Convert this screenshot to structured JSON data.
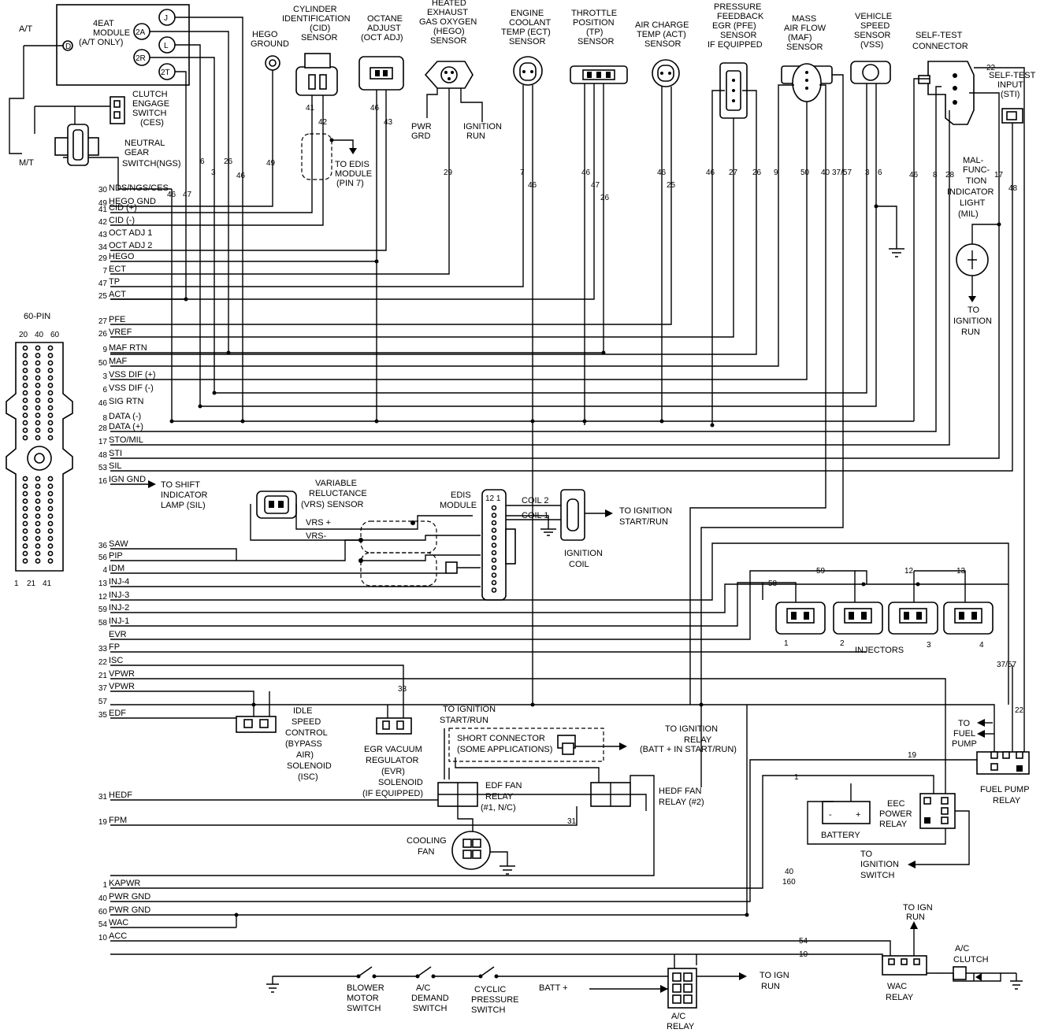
{
  "pcm_pins": [
    {
      "num": "30",
      "label": "NDS/NGS/CES"
    },
    {
      "num": "49",
      "label": "HEGO GND"
    },
    {
      "num": "41",
      "label": "CID (+)"
    },
    {
      "num": "42",
      "label": "CID (-)"
    },
    {
      "num": "43",
      "label": "OCT ADJ 1"
    },
    {
      "num": "34",
      "label": "OCT ADJ 2"
    },
    {
      "num": "29",
      "label": "HEGO"
    },
    {
      "num": "7",
      "label": "ECT"
    },
    {
      "num": "47",
      "label": "TP"
    },
    {
      "num": "25",
      "label": "ACT"
    },
    {
      "num": "27",
      "label": "PFE"
    },
    {
      "num": "26",
      "label": "VREF"
    },
    {
      "num": "9",
      "label": "MAF RTN"
    },
    {
      "num": "50",
      "label": "MAF"
    },
    {
      "num": "3",
      "label": "VSS DIF (+)"
    },
    {
      "num": "6",
      "label": "VSS DIF (-)"
    },
    {
      "num": "46",
      "label": "SIG RTN"
    },
    {
      "num": "8",
      "label": "DATA (-)"
    },
    {
      "num": "28",
      "label": "DATA (+)"
    },
    {
      "num": "17",
      "label": "STO/MIL"
    },
    {
      "num": "48",
      "label": "STI"
    },
    {
      "num": "53",
      "label": "SIL"
    },
    {
      "num": "16",
      "label": "IGN GND"
    },
    {
      "num": "36",
      "label": "SAW"
    },
    {
      "num": "56",
      "label": "PIP"
    },
    {
      "num": "4",
      "label": "IDM"
    },
    {
      "num": "13",
      "label": "INJ-4"
    },
    {
      "num": "12",
      "label": "INJ-3"
    },
    {
      "num": "59",
      "label": "INJ-2"
    },
    {
      "num": "58",
      "label": "INJ-1"
    },
    {
      "num": "",
      "label": "EVR"
    },
    {
      "num": "33",
      "label": "FP"
    },
    {
      "num": "22",
      "label": "ISC"
    },
    {
      "num": "21",
      "label": "VPWR"
    },
    {
      "num": "37",
      "label": "VPWR"
    },
    {
      "num": "57",
      "label": ""
    },
    {
      "num": "35",
      "label": "EDF"
    },
    {
      "num": "31",
      "label": "HEDF"
    },
    {
      "num": "19",
      "label": "FPM"
    },
    {
      "num": "1",
      "label": "KAPWR"
    },
    {
      "num": "40",
      "label": "PWR GND"
    },
    {
      "num": "60",
      "label": "PWR GND"
    },
    {
      "num": "54",
      "label": "WAC"
    },
    {
      "num": "10",
      "label": "ACC"
    }
  ],
  "connector60": {
    "title": "60-PIN",
    "top_numbers": [
      "20",
      "40",
      "60"
    ],
    "bottom_numbers": [
      "1",
      "21",
      "41"
    ]
  },
  "top_components": {
    "module_4eat": [
      "4EAT",
      "MODULE",
      "(A/T ONLY)"
    ],
    "module_pins": [
      "J",
      "2A",
      "L",
      "2R",
      "2T",
      "D"
    ],
    "at": "A/T",
    "mt": "M/T",
    "ces": [
      "CLUTCH",
      "ENGAGE",
      "SWITCH",
      "(CES)"
    ],
    "ngs": [
      "NEUTRAL",
      "GEAR",
      "SWITCH(NGS)"
    ],
    "hego_ground": [
      "HEGO",
      "GROUND"
    ],
    "cid": [
      "CYLINDER",
      "IDENTIFICATION",
      "(CID)",
      "SENSOR"
    ],
    "oct": [
      "OCTANE",
      "ADJUST",
      "(OCT ADJ)"
    ],
    "hego": [
      "HEATED",
      "EXHAUST",
      "GAS OXYGEN",
      "(HEGO)",
      "SENSOR"
    ],
    "ect": [
      "ENGINE",
      "COOLANT",
      "TEMP (ECT)",
      "SENSOR"
    ],
    "tp": [
      "THROTTLE",
      "POSITION",
      "(TP)",
      "SENSOR"
    ],
    "act": [
      "AIR CHARGE",
      "TEMP (ACT)",
      "SENSOR"
    ],
    "pfe": [
      "PRESSURE",
      "FEEDBACK",
      "EGR (PFE)",
      "SENSOR",
      "IF EQUIPPED"
    ],
    "maf": [
      "MASS",
      "AIR FLOW",
      "(MAF)",
      "SENSOR"
    ],
    "vss": [
      "VEHICLE",
      "SPEED",
      "SENSOR",
      "(VSS)"
    ],
    "stc": [
      "SELF-TEST",
      "CONNECTOR"
    ],
    "sti": [
      "SELF-TEST",
      "INPUT",
      "(STI)"
    ],
    "mil": [
      "MAL-",
      "FUNC-",
      "TION",
      "INDICATOR",
      "LIGHT",
      "(MIL)"
    ],
    "to_ign_run_mil": [
      "TO",
      "IGNITION",
      "RUN"
    ],
    "to_edis": [
      "TO EDIS",
      "MODULE",
      "(PIN 7)"
    ],
    "pwr_grd": [
      "PWR",
      "GRD"
    ],
    "ignition_run": [
      "IGNITION",
      "RUN"
    ]
  },
  "wire_numbers": {
    "hego_gnd": "49",
    "cid_a": "41",
    "cid_b": "42",
    "oct_a": "46",
    "oct_b": "43",
    "hego": "29",
    "ect_a": "7",
    "ect_b": "46",
    "tp_a": "46",
    "tp_b": "47",
    "tp_c": "26",
    "act_a": "46",
    "act_b": "25",
    "pfe_a": "46",
    "pfe_b": "27",
    "pfe_c": "26",
    "maf_a": "9",
    "maf_b": "50",
    "maf_c": "40",
    "maf_d": "37/57",
    "vss_a": "3",
    "vss_b": "6",
    "stc_a": "46",
    "stc_b": "8",
    "stc_c": "28",
    "stc_d": "17",
    "sti": "48",
    "stc_22": "22",
    "mod_a": "46",
    "mod_b": "47",
    "mod_c": "6",
    "mod_d": "3",
    "mod_e": "26",
    "mod_f": "46",
    "inj_58": "58",
    "inj_59": "59",
    "inj_12": "12",
    "inj_13": "13",
    "r3757": "37/57",
    "r22": "22",
    "r19": "19",
    "r1": "1",
    "r31": "31",
    "r33": "33",
    "r40": "40",
    "r160": "160",
    "r54": "54",
    "r10": "10"
  },
  "mid_components": {
    "shift": [
      "TO SHIFT",
      "INDICATOR",
      "LAMP (SIL)"
    ],
    "vrs": [
      "VARIABLE",
      "RELUCTANCE",
      "(VRS) SENSOR"
    ],
    "vrs_plus": "VRS +",
    "vrs_minus": "VRS-",
    "edis": [
      "EDIS",
      "MODULE"
    ],
    "edis_pins": "12 1",
    "coil2": "COIL 2",
    "coil1": "COIL 1",
    "ign_coil": [
      "IGNITION",
      "COIL"
    ],
    "to_ign_start": [
      "TO IGNITION",
      "START/RUN"
    ],
    "injectors": "INJECTORS",
    "inj_nums": [
      "1",
      "2",
      "3",
      "4"
    ]
  },
  "lower_components": {
    "isc": [
      "IDLE",
      "SPEED",
      "CONTROL",
      "(BYPASS",
      "AIR)",
      "SOLENOID",
      "(ISC)"
    ],
    "evr": [
      "EGR VACUUM",
      "REGULATOR",
      "(EVR)",
      "SOLENOID",
      "(IF EQUIPPED)"
    ],
    "to_ign_ss": [
      "TO IGNITION",
      "START/RUN"
    ],
    "short_conn": [
      "SHORT CONNECTOR",
      "(SOME APPLICATIONS)"
    ],
    "to_ign_relay": [
      "TO IGNITION",
      "RELAY",
      "(BATT + IN START/RUN)"
    ],
    "edf_relay": [
      "EDF FAN",
      "RELAY",
      "(#1, N/C)"
    ],
    "hedf_relay": [
      "HEDF FAN",
      "RELAY (#2)"
    ],
    "cooling_fan": [
      "COOLING",
      "FAN"
    ],
    "to_fuel_pump": [
      "TO",
      "FUEL",
      "PUMP"
    ],
    "fuel_pump_relay": [
      "FUEL PUMP",
      "RELAY"
    ],
    "eec_relay": [
      "EEC",
      "POWER",
      "RELAY"
    ],
    "battery": "BATTERY",
    "to_ign_switch": [
      "TO",
      "IGNITION",
      "SWITCH"
    ],
    "to_ign_run_wac": [
      "TO IGN",
      "RUN"
    ],
    "ac_clutch": [
      "A/C",
      "CLUTCH"
    ],
    "wac_relay": [
      "WAC",
      "RELAY"
    ],
    "blower": [
      "BLOWER",
      "MOTOR",
      "SWITCH"
    ],
    "ac_demand": [
      "A/C",
      "DEMAND",
      "SWITCH"
    ],
    "cyclic": [
      "CYCLIC",
      "PRESSURE",
      "SWITCH"
    ],
    "batt_plus": "BATT +",
    "ac_relay": [
      "A/C",
      "RELAY"
    ],
    "to_ign_run_ac": [
      "TO IGN",
      "RUN"
    ]
  }
}
